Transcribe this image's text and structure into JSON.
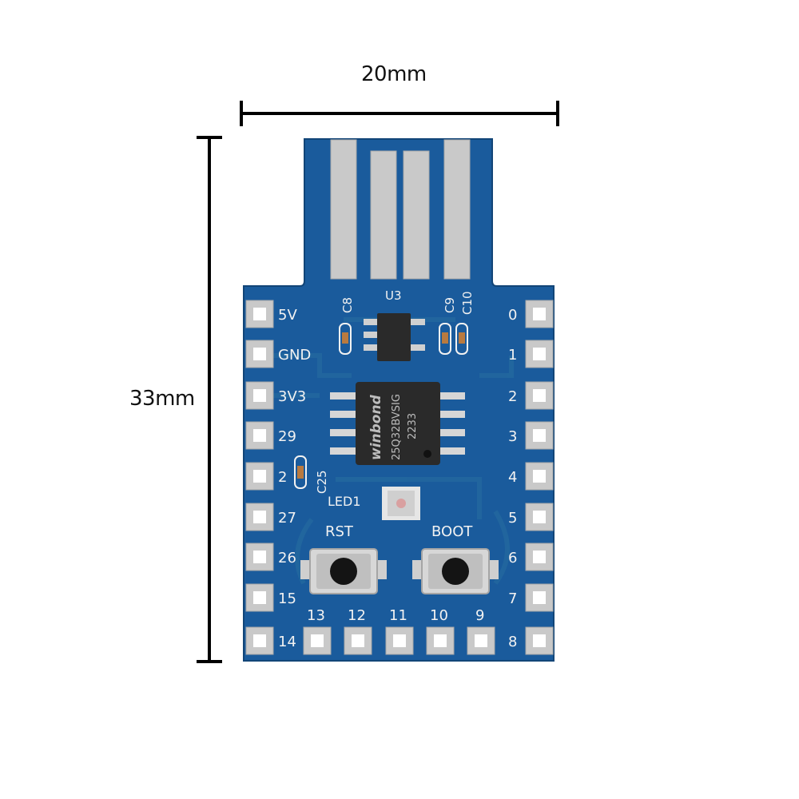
{
  "dimensions": {
    "width": "20mm",
    "height": "33mm"
  },
  "pins_left": [
    "5V",
    "GND",
    "3V3",
    "29",
    "2",
    "27",
    "26",
    "15",
    "14"
  ],
  "pins_right": [
    "0",
    "1",
    "2",
    "3",
    "4",
    "5",
    "6",
    "7",
    "8"
  ],
  "pins_bottom": [
    "13",
    "12",
    "11",
    "10",
    "9"
  ],
  "components": {
    "c8": "C8",
    "u3": "U3",
    "c9": "C9",
    "c10": "C10",
    "c25": "C25",
    "led": "LED1"
  },
  "chip": {
    "brand": "winbond",
    "part": "25Q32BVSIG",
    "code": "2233"
  },
  "buttons": {
    "reset": "RST",
    "boot": "BOOT"
  },
  "colors": {
    "pcb": "#1a5b9c",
    "pcb_dark": "#134a82",
    "silk": "#f2f2f2",
    "pad": "#c9c9c9",
    "chip": "#2a2a2a"
  }
}
